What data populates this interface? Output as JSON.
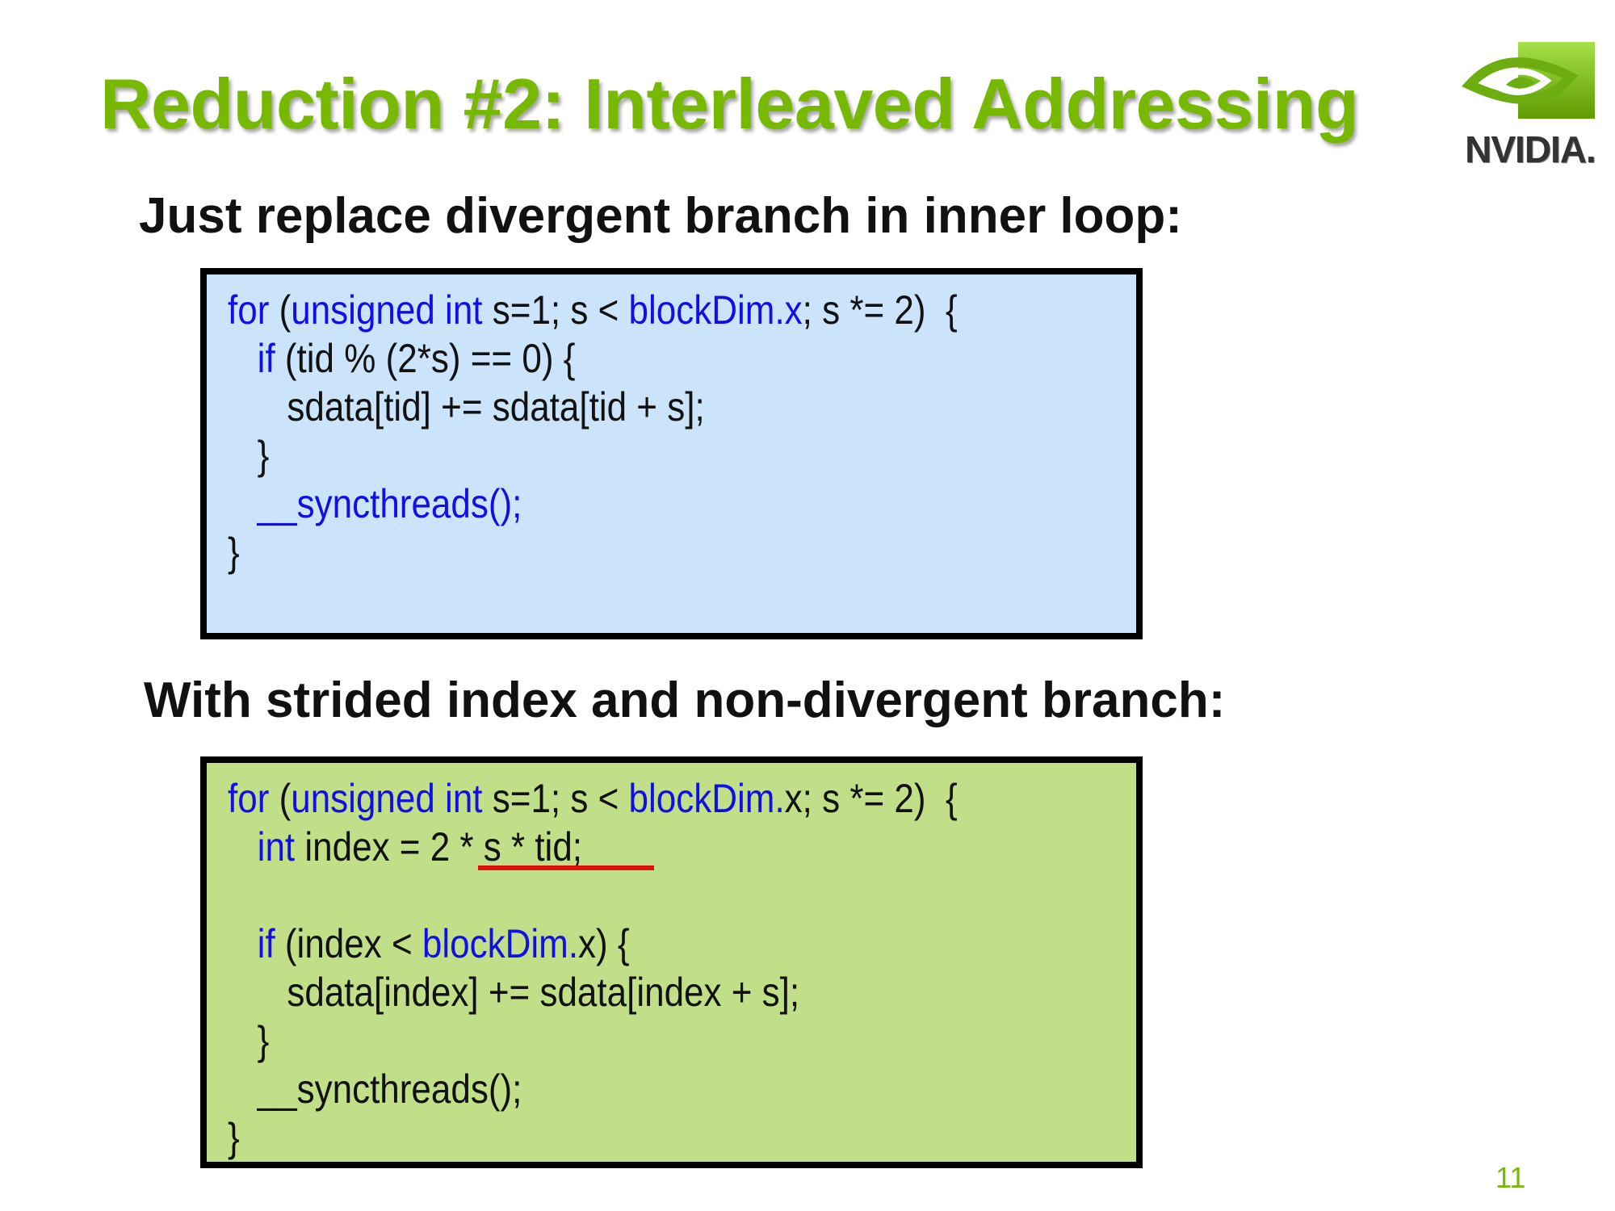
{
  "slide": {
    "title": "Reduction #2: Interleaved Addressing",
    "logo_text": "NVIDIA.",
    "subtitle_1": "Just replace divergent branch in inner loop:",
    "subtitle_2": "With strided index and non-divergent branch:",
    "page_number": "11"
  },
  "colors": {
    "title": "#76b900",
    "keyword": "#1010e6",
    "box1_bg": "#cce4fb",
    "box2_bg": "#c0df88",
    "underline": "#e01010"
  },
  "code_1": [
    [
      {
        "t": "for",
        "k": true
      },
      {
        "t": " (",
        "k": false
      },
      {
        "t": "unsigned int",
        "k": true
      },
      {
        "t": " s=1; s < ",
        "k": false
      },
      {
        "t": "blockDim.x",
        "k": true
      },
      {
        "t": "; s *= 2)  {",
        "k": false
      }
    ],
    [
      {
        "t": "   ",
        "k": false
      },
      {
        "t": "if",
        "k": true
      },
      {
        "t": " (tid % (2*s) == 0) {",
        "k": false
      }
    ],
    [
      {
        "t": "      sdata[tid] += sdata[tid + s];",
        "k": false
      }
    ],
    [
      {
        "t": "   }",
        "k": false
      }
    ],
    [
      {
        "t": "   ",
        "k": false
      },
      {
        "t": "__syncthreads();",
        "k": true
      }
    ],
    [
      {
        "t": "}",
        "k": false
      }
    ]
  ],
  "code_2": [
    [
      {
        "t": "for",
        "k": true
      },
      {
        "t": " (",
        "k": false
      },
      {
        "t": "unsigned int",
        "k": true
      },
      {
        "t": " s=1; s < ",
        "k": false
      },
      {
        "t": "blockDim.",
        "k": true
      },
      {
        "t": "x; s *= 2)  {",
        "k": false
      }
    ],
    [
      {
        "t": "   ",
        "k": false
      },
      {
        "t": "int",
        "k": true
      },
      {
        "t": " index = 2 * s * tid;",
        "k": false
      }
    ],
    [
      {
        "t": " ",
        "k": false
      }
    ],
    [
      {
        "t": "   ",
        "k": false
      },
      {
        "t": "if",
        "k": true
      },
      {
        "t": " (index < ",
        "k": false
      },
      {
        "t": "blockDim.",
        "k": true
      },
      {
        "t": "x) {",
        "k": false
      }
    ],
    [
      {
        "t": "      sdata[index] += sdata[index + s];",
        "k": false
      }
    ],
    [
      {
        "t": "   }",
        "k": false
      }
    ],
    [
      {
        "t": "   __syncthreads();",
        "k": false
      }
    ],
    [
      {
        "t": "}",
        "k": false
      }
    ]
  ]
}
